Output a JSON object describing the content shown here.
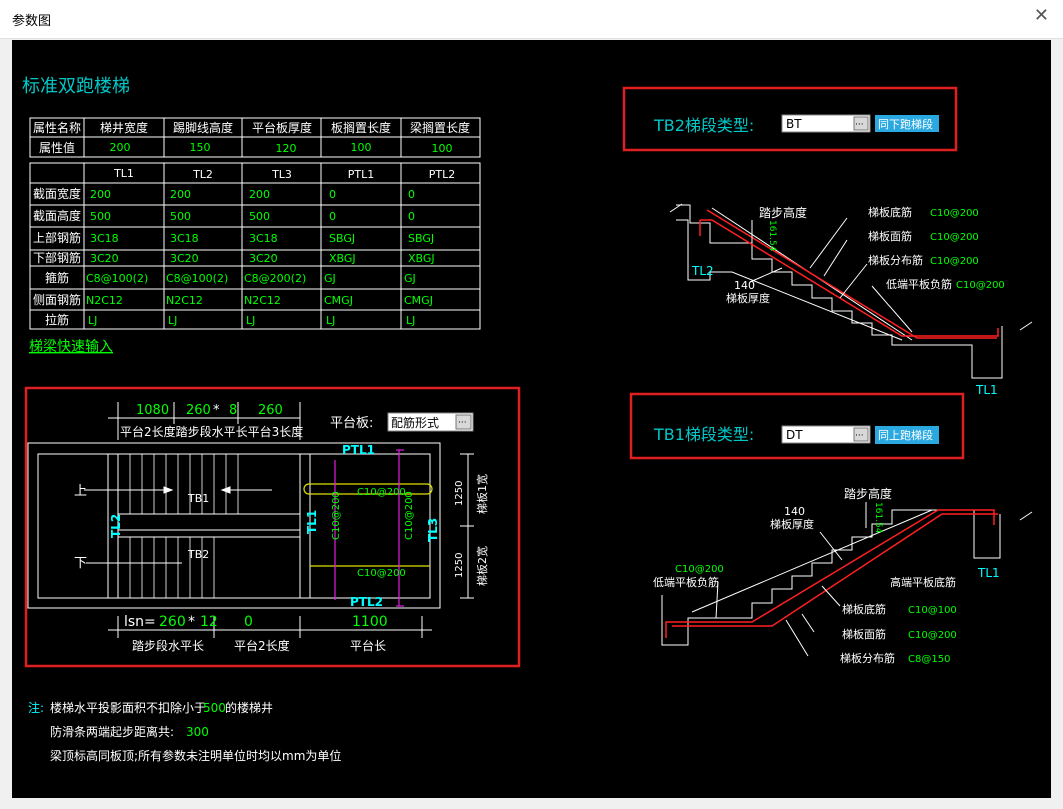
{
  "window": {
    "title": "参数图",
    "close_glyph": "✕"
  },
  "heading": "标准双跑楼梯",
  "attr_table": {
    "headers": [
      "属性名称",
      "梯井宽度",
      "踢脚线高度",
      "平台板厚度",
      "板搁置长度",
      "梁搁置长度"
    ],
    "row_label": "属性值",
    "values": [
      "200",
      "150",
      "120",
      "100",
      "100"
    ]
  },
  "beam_table": {
    "columns": [
      "TL1",
      "TL2",
      "TL3",
      "PTL1",
      "PTL2"
    ],
    "rows": [
      {
        "label": "截面宽度",
        "cells": [
          "200",
          "200",
          "200",
          "0",
          "0"
        ]
      },
      {
        "label": "截面高度",
        "cells": [
          "500",
          "500",
          "500",
          "0",
          "0"
        ]
      },
      {
        "label": "上部钢筋",
        "cells": [
          "3C18",
          "3C18",
          "3C18",
          "SBGJ",
          "SBGJ"
        ]
      },
      {
        "label": "下部钢筋",
        "cells": [
          "3C20",
          "3C20",
          "3C20",
          "XBGJ",
          "XBGJ"
        ]
      },
      {
        "label": "箍筋",
        "cells": [
          "C8@100(2)",
          "C8@100(2)",
          "C8@200(2)",
          "GJ",
          "GJ"
        ]
      },
      {
        "label": "侧面钢筋",
        "cells": [
          "N2C12",
          "N2C12",
          "N2C12",
          "CMGJ",
          "CMGJ"
        ]
      },
      {
        "label": "拉筋",
        "cells": [
          "LJ",
          "LJ",
          "LJ",
          "LJ",
          "LJ"
        ]
      }
    ]
  },
  "quick_input_link": "梯梁快速输入",
  "plan": {
    "top_dims": [
      "1080",
      "260",
      "*",
      "8",
      "260"
    ],
    "top_caption": "平台2长度踏步段水平长平台3长度",
    "platform_label": "平台板:",
    "platform_value": "配筋形式",
    "up": "上",
    "down": "下",
    "tb1": "TB1",
    "tb2": "TB2",
    "tl2": "TL2",
    "tl1": "TL1",
    "tl3": "TL3",
    "ptl1": "PTL1",
    "ptl2": "PTL2",
    "rebar_h": "C10@200",
    "rebar_v": "C10@200",
    "rebar_v2": "C10@200",
    "rebar_h2": "C10@200",
    "dim_1250a": "1250",
    "dim_1250b": "1250",
    "width1": "梯板1宽",
    "width2": "梯板2宽",
    "lsn": "lsn=",
    "lsn_val": "260",
    "lsn_star": "*",
    "lsn_n": "12",
    "bottom_zero": "0",
    "bottom_1100": "1100",
    "bottom_cap1": "踏步段水平长",
    "bottom_cap2": "平台2长度",
    "bottom_cap3": "平台长"
  },
  "notes": {
    "prefix": "注:",
    "line1_a": "楼梯水平投影面积不扣除小于",
    "line1_val": "500",
    "line1_b": " 的楼梯井",
    "line2_a": "防滑条两端起步距离共:",
    "line2_val": "300",
    "line3": "梁顶标高同板顶;所有参数未注明单位时均以mm为单位"
  },
  "tb2": {
    "label": "TB2梯段类型:",
    "value": "BT",
    "button": "同下跑梯段",
    "step_height": "踏步高度",
    "slab_bottom": "梯板底筋",
    "slab_bottom_val": "C10@200",
    "slab_top": "梯板面筋",
    "slab_top_val": "C10@200",
    "dist": "梯板分布筋",
    "dist_val": "C10@200",
    "low_neg": "低端平板负筋",
    "low_neg_val": "C10@200",
    "thick_val": "140",
    "thick": "梯板厚度",
    "tl2": "TL2",
    "tl1": "TL1",
    "h_val": "161.54"
  },
  "tb1": {
    "label": "TB1梯段类型:",
    "value": "DT",
    "button": "同上跑梯段",
    "step_height": "踏步高度",
    "thick_val": "140",
    "thick": "梯板厚度",
    "low_neg_val": "C10@200",
    "low_neg": "低端平板负筋",
    "high_bottom": "高端平板底筋",
    "tl1": "TL1",
    "slab_bottom": "梯板底筋",
    "slab_bottom_val": "C10@100",
    "slab_top": "梯板面筋",
    "slab_top_val": "C10@200",
    "dist": "梯板分布筋",
    "dist_val": "C8@150",
    "h_val": "161.54"
  },
  "colors": {
    "background": "#000000",
    "heading": "#00c8c8",
    "value_green": "#00ff00",
    "cyan": "#00ffff",
    "rebar_red": "#ff2020",
    "highlight_frame": "#e02020",
    "button_bg": "#2aa8e0",
    "magenta": "#e020e0",
    "yellow": "#e0e000"
  }
}
